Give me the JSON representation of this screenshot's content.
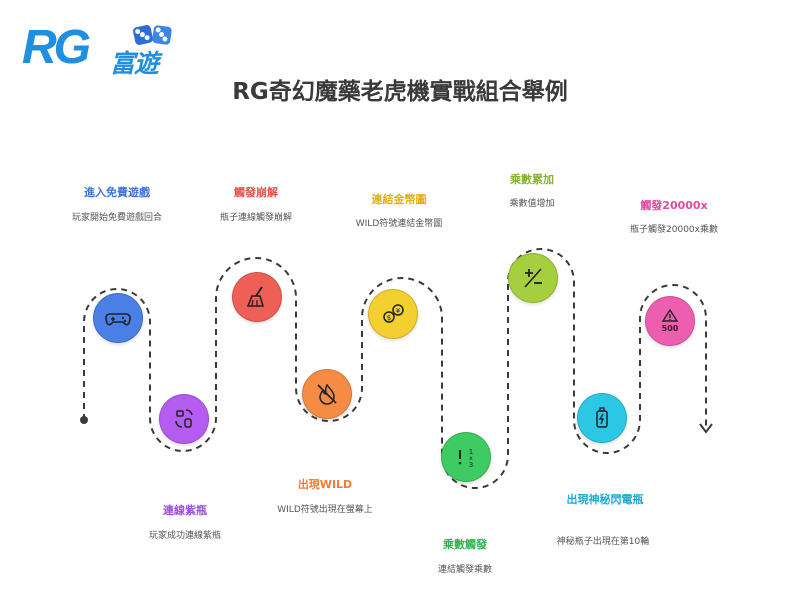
{
  "logo": {
    "brand": "RG",
    "name": "富遊"
  },
  "title": "RG奇幻魔藥老虎機實戰組合舉例",
  "colors": {
    "blue": "#4a7fe6",
    "purple": "#b45cf0",
    "red": "#ee5f55",
    "orange": "#f58b45",
    "yellow": "#f3cf2f",
    "green": "#3ecb62",
    "lime": "#a6cf3f",
    "cyan": "#2dc7e6",
    "pink": "#ec5fb0"
  },
  "steps": [
    {
      "heading": "進入免費遊戲",
      "description": "玩家開始免費遊戲回合",
      "icon": "gamepad-icon",
      "color": "#4a7fe6",
      "heading_color": "#3f74d8"
    },
    {
      "heading": "連線紫瓶",
      "description": "玩家成功連線紫瓶",
      "icon": "bottle-swap-icon",
      "color": "#b45cf0",
      "heading_color": "#9b4fdc"
    },
    {
      "heading": "觸發崩解",
      "description": "瓶子連線觸發崩解",
      "icon": "broom-icon",
      "color": "#ee5f55",
      "heading_color": "#e0554b"
    },
    {
      "heading": "出現WILD",
      "description": "WILD符號出現在螢幕上",
      "icon": "no-fire-icon",
      "color": "#f58b45",
      "heading_color": "#ef7d33"
    },
    {
      "heading": "連結金幣圖",
      "description": "WILD符號連結金幣圖",
      "icon": "coin-exchange-icon",
      "color": "#f3cf2f",
      "heading_color": "#e0b114"
    },
    {
      "heading": "乘數觸發",
      "description": "連結觸發乘數",
      "icon": "fraction-icon",
      "color": "#3ecb62",
      "heading_color": "#33b252"
    },
    {
      "heading": "乘數累加",
      "description": "乘數值增加",
      "icon": "plus-minus-icon",
      "color": "#a6cf3f",
      "heading_color": "#86b32b"
    },
    {
      "heading": "出現神秘閃電瓶",
      "description": "神秘瓶子出現在第10輪",
      "icon": "battery-bolt-icon",
      "color": "#2dc7e6",
      "heading_color": "#1faad0"
    },
    {
      "heading": "觸發20000x",
      "description": "瓶子觸發20000x乘數",
      "icon": "warning-500-icon",
      "color": "#ec5fb0",
      "heading_color": "#e24aa2"
    }
  ]
}
